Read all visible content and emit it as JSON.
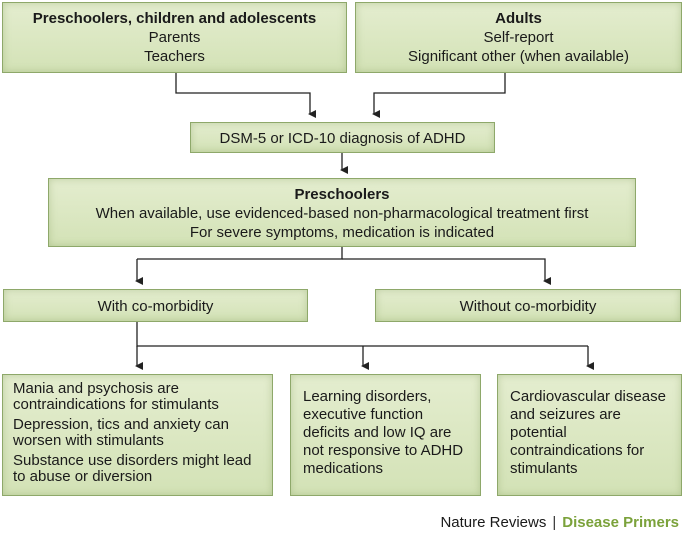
{
  "top_boxes": {
    "pediatric": {
      "title": "Preschoolers, children and adolescents",
      "lines": [
        "Parents",
        "Teachers"
      ]
    },
    "adult": {
      "title": "Adults",
      "lines": [
        "Self-report",
        "Significant other (when available)"
      ]
    }
  },
  "diagnosis": {
    "label": "DSM-5 or ICD-10 diagnosis of ADHD"
  },
  "preschoolers": {
    "title": "Preschoolers",
    "lines": [
      "When available, use evidenced-based non-pharmacological treatment first",
      "For severe symptoms, medication is indicated"
    ]
  },
  "branches": {
    "with": "With co-morbidity",
    "without": "Without co-morbidity"
  },
  "outcomes": {
    "mania": [
      "Mania and psychosis are contraindications for stimulants",
      "Depression, tics and anxiety can worsen with stimulants",
      "Substance use disorders might lead to abuse or diversion"
    ],
    "learning": "Learning disorders, executive function deficits and low IQ are not responsive to ADHD medications",
    "cardio": "Cardiovascular disease and seizures are potential contraindications for stimulants"
  },
  "footer": {
    "publisher": "Nature Reviews",
    "separator": "|",
    "series": "Disease Primers"
  },
  "colors": {
    "box_fill": "#d9e6c0",
    "box_border": "#8ea86a",
    "connector": "#222222",
    "brand_green": "#7ba23b"
  }
}
